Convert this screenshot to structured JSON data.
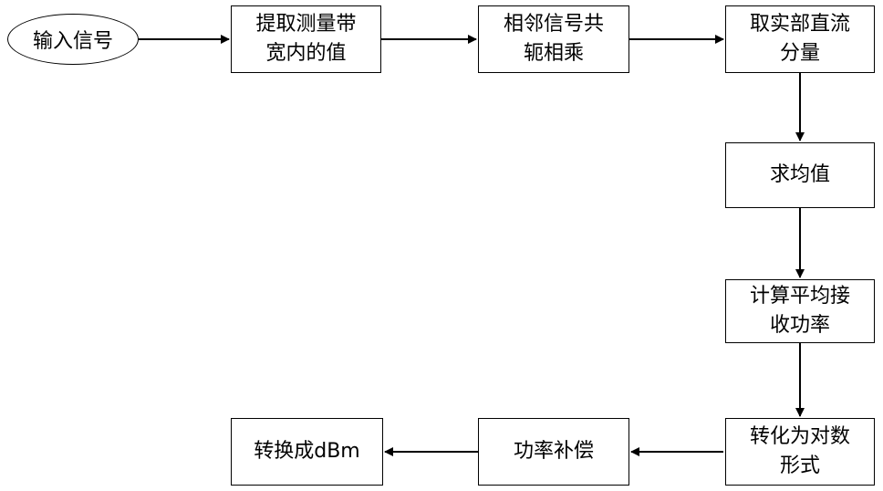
{
  "nodes": {
    "input": "输入信号",
    "extract": "提取测量带宽内的值",
    "conjugate": "相邻信号共轭相乘",
    "real_dc": "取实部直流分量",
    "average": "求均值",
    "avg_power": "计算平均接收功率",
    "log_form": "转化为对数形式",
    "compensation": "功率补偿",
    "to_dbm": "转换成dBm"
  }
}
